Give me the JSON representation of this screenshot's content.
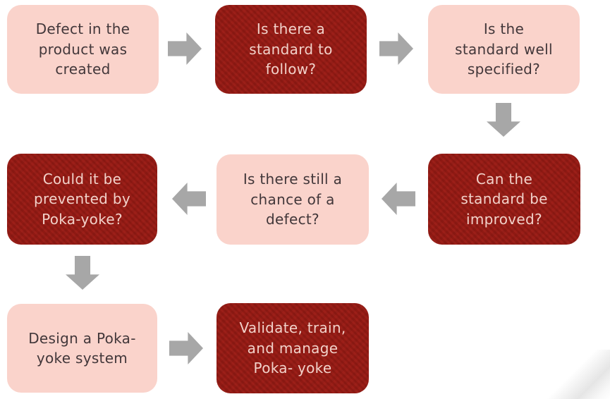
{
  "flowchart": {
    "nodes": [
      {
        "id": "defect-created",
        "variant": "pink",
        "text": "Defect in the\nproduct was\ncreated"
      },
      {
        "id": "standard-to-follow",
        "variant": "dark",
        "text": "Is there a\nstandard to\nfollow?"
      },
      {
        "id": "standard-well-specified",
        "variant": "pink",
        "text": "Is the\nstandard well\nspecified?"
      },
      {
        "id": "standard-improved",
        "variant": "dark",
        "text": "Can the\nstandard be\nimproved?"
      },
      {
        "id": "chance-of-defect",
        "variant": "pink",
        "text": "Is there still a\nchance of a\ndefect?"
      },
      {
        "id": "prevented-by-poka-yoke",
        "variant": "dark",
        "text": "Could it be\nprevented by\nPoka-yoke?"
      },
      {
        "id": "design-poka-yoke",
        "variant": "pink",
        "text": "Design a Poka-\nyoke system"
      },
      {
        "id": "validate-train-manage",
        "variant": "dark",
        "text": "Validate, train,\nand manage\nPoka- yoke"
      }
    ],
    "arrows": [
      {
        "direction": "right"
      },
      {
        "direction": "right"
      },
      {
        "direction": "down"
      },
      {
        "direction": "left"
      },
      {
        "direction": "left"
      },
      {
        "direction": "down"
      },
      {
        "direction": "right"
      }
    ],
    "colors": {
      "dark_red": "#9a1b14",
      "light_pink": "#fad3cb",
      "text_on_dark": "#f2d2ca",
      "text_on_pink": "#42373a",
      "arrow_gray": "#a7a7a7",
      "background": "#ffffff"
    }
  }
}
